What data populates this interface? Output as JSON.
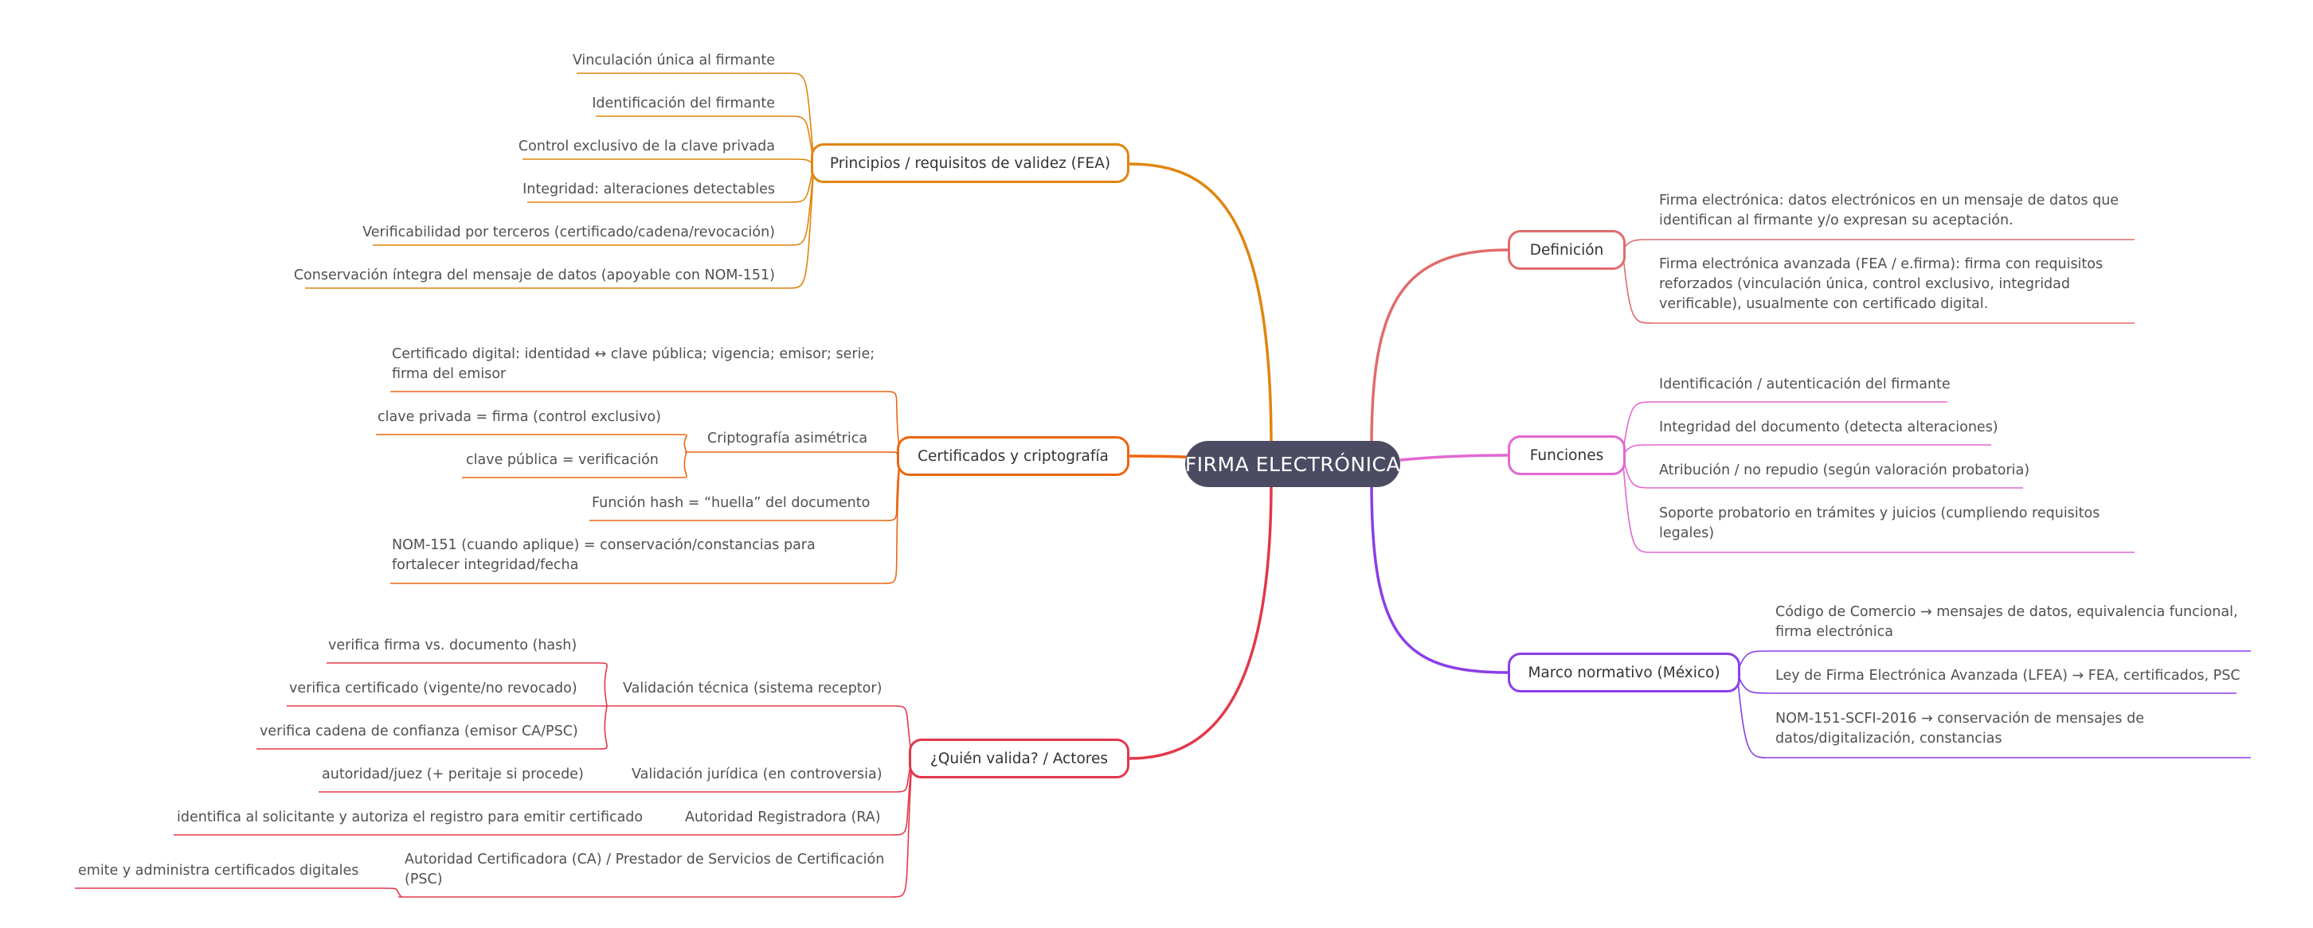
{
  "root": {
    "label": "FIRMA ELECTRÓNICA",
    "color": "#4b4b63"
  },
  "colors": {
    "principios": "#e0850f",
    "certificados": "#eb6613",
    "quien": "#e2384b",
    "definicion": "#e06c6c",
    "funciones": "#e268d2",
    "marco": "#8b3ee8"
  },
  "principios": {
    "label": "Principios / requisitos de validez (FEA)",
    "items": [
      "Vinculación única al firmante",
      "Identificación del firmante",
      "Control exclusivo de la clave privada",
      "Integridad: alteraciones detectables",
      "Verificabilidad por terceros (certificado/cadena/revocación)",
      "Conservación íntegra del mensaje de datos (apoyable con NOM-151)"
    ]
  },
  "certificados": {
    "label": "Certificados y criptografía",
    "item1_lines": [
      "Certificado digital: identidad ↔ clave pública; vigencia; emisor; serie;",
      "firma del emisor"
    ],
    "cripto": {
      "label": "Criptografía asimétrica",
      "items": [
        "clave privada = firma (control exclusivo)",
        "clave pública = verificación"
      ]
    },
    "hash": "Función hash = “huella” del documento",
    "nom_lines": [
      "NOM-151 (cuando aplique) = conservación/constancias para",
      "fortalecer integridad/fecha"
    ]
  },
  "quien": {
    "label": "¿Quién valida? / Actores",
    "tecnica": {
      "label": "Validación técnica (sistema receptor)",
      "items": [
        "verifica firma vs. documento (hash)",
        "verifica certificado (vigente/no revocado)",
        "verifica cadena de confianza (emisor CA/PSC)"
      ]
    },
    "juridica": {
      "label": "Validación jurídica (en controversia)",
      "item": "autoridad/juez (+ peritaje si procede)"
    },
    "ra": {
      "label": "Autoridad Registradora (RA)",
      "item": "identifica al solicitante y autoriza el registro para emitir certificado"
    },
    "ca": {
      "label_lines": [
        "Autoridad Certificadora (CA) / Prestador de Servicios de Certificación",
        "(PSC)"
      ],
      "item": "emite y administra certificados digitales"
    }
  },
  "definicion": {
    "label": "Definición",
    "item1_lines": [
      "Firma electrónica: datos electrónicos en un mensaje de datos que",
      "identifican al firmante y/o expresan su aceptación."
    ],
    "item2_lines": [
      "Firma electrónica avanzada (FEA / e.firma): firma con requisitos",
      "reforzados (vinculación única, control exclusivo, integridad",
      "verificable), usualmente con certificado digital."
    ]
  },
  "funciones": {
    "label": "Funciones",
    "items": [
      "Identificación / autenticación del firmante",
      "Integridad del documento (detecta alteraciones)",
      "Atribución / no repudio (según valoración probatoria)"
    ],
    "item4_lines": [
      "Soporte probatorio en trámites y juicios (cumpliendo requisitos",
      "legales)"
    ]
  },
  "marco": {
    "label": "Marco normativo (México)",
    "item1_lines": [
      "Código de Comercio → mensajes de datos, equivalencia funcional,",
      "firma electrónica"
    ],
    "item2": "Ley de Firma Electrónica Avanzada (LFEA) → FEA, certificados, PSC",
    "item3_lines": [
      "NOM-151-SCFI-2016 → conservación de mensajes de",
      "datos/digitalización, constancias"
    ]
  }
}
